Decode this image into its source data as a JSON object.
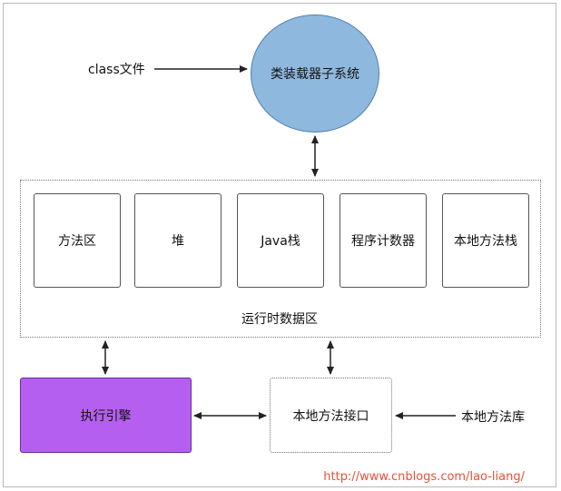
{
  "input_label": "class文件",
  "class_loader": "类装载器子系统",
  "runtime_area": {
    "label": "运行时数据区",
    "regions": [
      "方法区",
      "堆",
      "Java栈",
      "程序计数器",
      "本地方法栈"
    ]
  },
  "execution_engine": "执行引擎",
  "native_interface": "本地方法接口",
  "native_library": "本地方法库",
  "watermark_url": "http://www.cnblogs.com/lao-liang/",
  "colors": {
    "class_loader_fill": "#8fb8de",
    "execution_engine_fill": "#b45ff0",
    "url_text": "#e8503a"
  }
}
